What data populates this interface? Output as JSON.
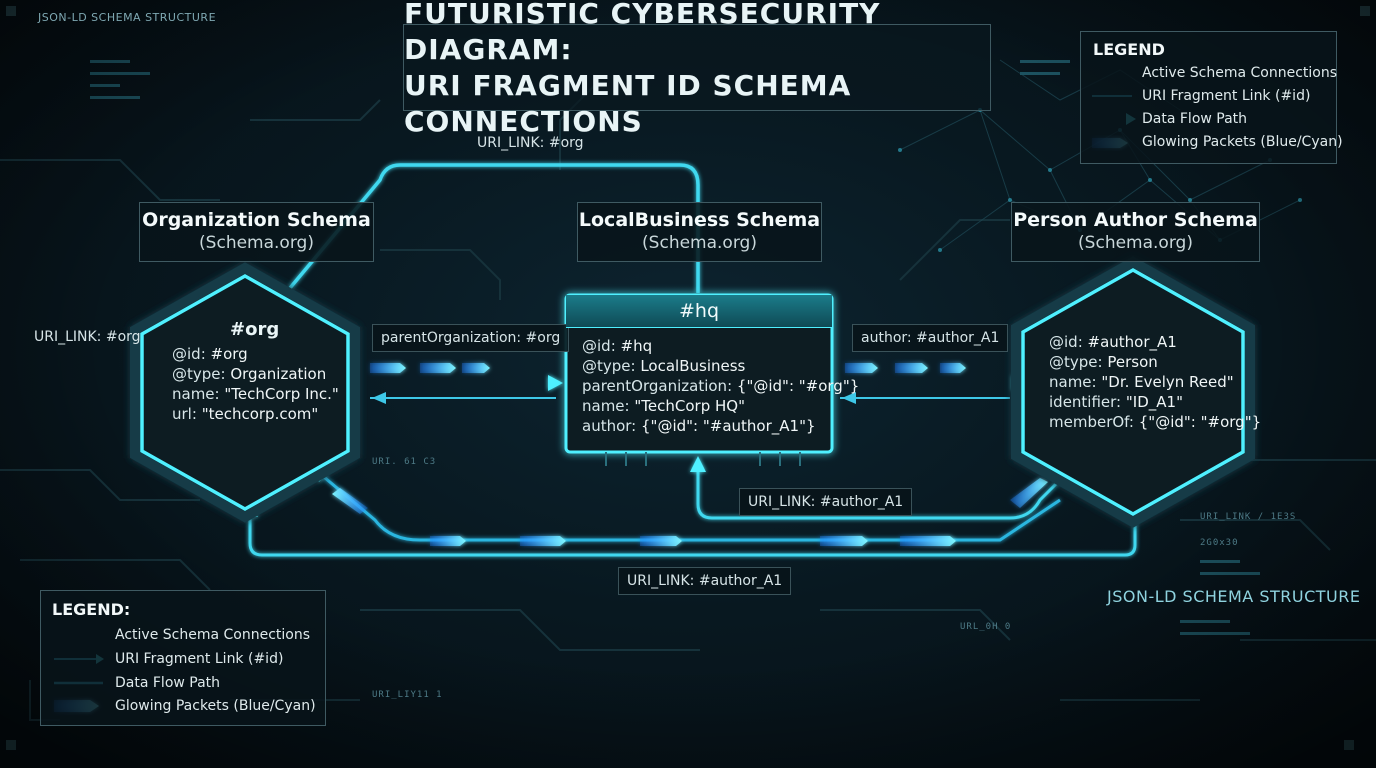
{
  "corner_label": "JSON-LD SCHEMA STRUCTURE",
  "title": {
    "line1": "FUTURISTIC CYBERSECURITY DIAGRAM:",
    "line2": "URI FRAGMENT ID SCHEMA CONNECTIONS"
  },
  "legend": {
    "title": "LEGEND",
    "items": [
      {
        "label": "Active Schema Connections",
        "icon": "solid-line"
      },
      {
        "label": "URI Fragment Link (#id)",
        "icon": "thin-line"
      },
      {
        "label": "Data Flow Path",
        "icon": "arrow-line"
      },
      {
        "label": "Glowing Packets (Blue/Cyan)",
        "icon": "packet-chevrons"
      }
    ]
  },
  "legend_bottom": {
    "title": "LEGEND:",
    "items": [
      {
        "label": "Active Schema Connections",
        "icon": "solid-line"
      },
      {
        "label": "URI Fragment Link (#id)",
        "icon": "arrow-line"
      },
      {
        "label": "Data Flow Path",
        "icon": "thin-line"
      },
      {
        "label": "Glowing Packets (Blue/Cyan)",
        "icon": "packet-chevrons"
      }
    ]
  },
  "schemas": {
    "organization": {
      "name": "Organization Schema",
      "source": "(Schema.org)"
    },
    "localbusiness": {
      "name": "LocalBusiness Schema",
      "source": "(Schema.org)"
    },
    "person": {
      "name": "Person Author Schema",
      "source": "(Schema.org)"
    }
  },
  "nodes": {
    "org": {
      "heading": "#org",
      "lines": [
        {
          "key": "@id:",
          "value": "#org"
        },
        {
          "key": "@type:",
          "value": "Organization"
        },
        {
          "key": "name:",
          "value": "\"TechCorp Inc.\""
        },
        {
          "key": "url:",
          "value": "\"techcorp.com\""
        }
      ]
    },
    "hq": {
      "heading": "#hq",
      "lines": [
        {
          "key": "@id:",
          "value": "#hq"
        },
        {
          "key": "@type:",
          "value": "LocalBusiness"
        },
        {
          "key": "parentOrganization:",
          "value": "{\"@id\": \"#org\"}"
        },
        {
          "key": "name:",
          "value": "\"TechCorp HQ\""
        },
        {
          "key": "author:",
          "value": "{\"@id\": \"#author_A1\"}"
        }
      ]
    },
    "author": {
      "lines": [
        {
          "key": "@id:",
          "value": "#author_A1"
        },
        {
          "key": "@type:",
          "value": "Person"
        },
        {
          "key": "name:",
          "value": "\"Dr. Evelyn Reed\""
        },
        {
          "key": "identifier:",
          "value": "\"ID_A1\""
        },
        {
          "key": "memberOf:",
          "value": "{\"@id\": \"#org\"}"
        }
      ]
    }
  },
  "links": {
    "top_org": "URI_LINK: #org",
    "left_org": "URI_LINK: #org",
    "parent_org": "parentOrganization: #org",
    "author": "author: #author_A1",
    "author_loop": "URI_LINK: #author_A1",
    "bottom_author": "URI_LINK: #author_A1"
  },
  "structure_label": "JSON-LD SCHEMA STRUCTURE",
  "background_tags": [
    "URI. 61 C3",
    "URI_LINK / 1E3S",
    "2G0x30",
    "URL_0H 0",
    "URI_LIY11 1"
  ],
  "colors": {
    "accent": "#4ff0ff",
    "accent_blue": "#2aa8ff",
    "background": "#07151b",
    "panel_border": "#3f5a62"
  }
}
